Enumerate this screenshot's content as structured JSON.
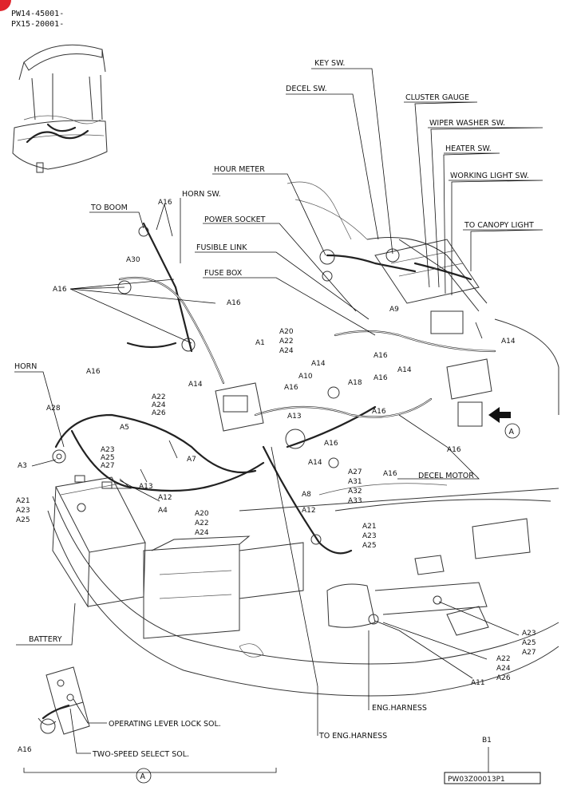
{
  "header": {
    "serial_line_1": "PW14-45001-",
    "serial_line_2": "PX15-20001-"
  },
  "diagram": {
    "labels": {
      "key_sw": "KEY SW.",
      "decel_sw": "DECEL SW.",
      "cluster_gauge": "CLUSTER GAUGE",
      "wiper_washer_sw": "WIPER WASHER SW.",
      "heater_sw": "HEATER SW.",
      "working_light_sw": "WORKING LIGHT SW.",
      "hour_meter": "HOUR METER",
      "horn_sw": "HORN SW.",
      "to_boom": "TO BOOM",
      "power_socket": "POWER SOCKET",
      "to_canopy_light": "TO CANOPY LIGHT",
      "fusible_link": "FUSIBLE LINK",
      "fuse_box": "FUSE BOX",
      "horn": "HORN",
      "decel_motor": "DECEL MOTOR",
      "battery": "BATTERY",
      "eng_harness": "ENG.HARNESS",
      "to_eng_harness": "TO ENG.HARNESS",
      "operating_lever_lock_sol": "OPERATING LEVER LOCK SOL.",
      "two_speed_select_sol": "TWO-SPEED SELECT SOL."
    },
    "codes": {
      "a16_top": "A16",
      "a30": "A30",
      "a16_left": "A16",
      "a16_mid": "A16",
      "a20_stack": [
        "A20",
        "A22",
        "A24"
      ],
      "a1": "A1",
      "a9": "A9",
      "a14_right": "A14",
      "a16_horn": "A16",
      "a14_mid": "A14",
      "a16_center": "A16",
      "a10": "A10",
      "a14_b": "A14",
      "a16_b": "A16",
      "a18": "A18",
      "a14_c": "A14",
      "a16_c": "A16",
      "a28": "A28",
      "a22_stack": [
        "A22",
        "A24",
        "A26"
      ],
      "a5": "A5",
      "a13_center": "A13",
      "a16_d": "A16",
      "a23_stack": [
        "A23",
        "A25",
        "A27"
      ],
      "a7": "A7",
      "a3": "A3",
      "a13": "A13",
      "a12": "A12",
      "a4": "A4",
      "a21_left_stack": [
        "A21",
        "A23",
        "A25"
      ],
      "a14_d": "A14",
      "a8": "A8",
      "a27_stack": [
        "A27",
        "A31",
        "A32",
        "A33"
      ],
      "a16_e": "A16",
      "a16_f": "A16",
      "a16_g": "A16",
      "a20_low_stack": [
        "A20",
        "A22",
        "A24"
      ],
      "a12_low": "A12",
      "a21_right_stack": [
        "A21",
        "A23",
        "A25"
      ],
      "a23_right_stack": [
        "A23",
        "A25",
        "A27"
      ],
      "a22_right_stack": [
        "A22",
        "A24",
        "A26"
      ],
      "a11": "A11",
      "a16_detail": "A16",
      "b1": "B1"
    },
    "view_marker": "A",
    "detail_marker": "A",
    "drawing_number": "PW03Z00013P1"
  }
}
